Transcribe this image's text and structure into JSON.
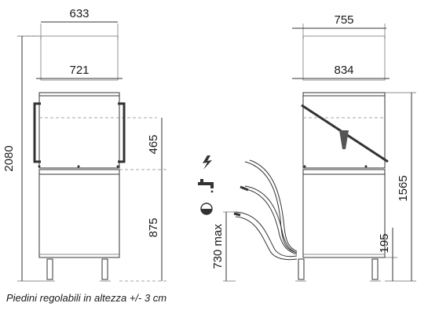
{
  "front_view": {
    "dim_top_width": "633",
    "dim_body_width": "721",
    "dim_total_height": "2080",
    "dim_hood_height": "465",
    "dim_lower_height": "875"
  },
  "side_view": {
    "dim_top_depth": "755",
    "dim_body_depth": "834",
    "dim_upper_height": "1565",
    "dim_connection_height": "195",
    "dim_drain_max": "730 max"
  },
  "icons": {
    "electric": "lightning-icon",
    "water": "water-tap-icon",
    "drain": "drain-icon"
  },
  "caption": "Piedini regolabili in altezza +/- 3 cm"
}
